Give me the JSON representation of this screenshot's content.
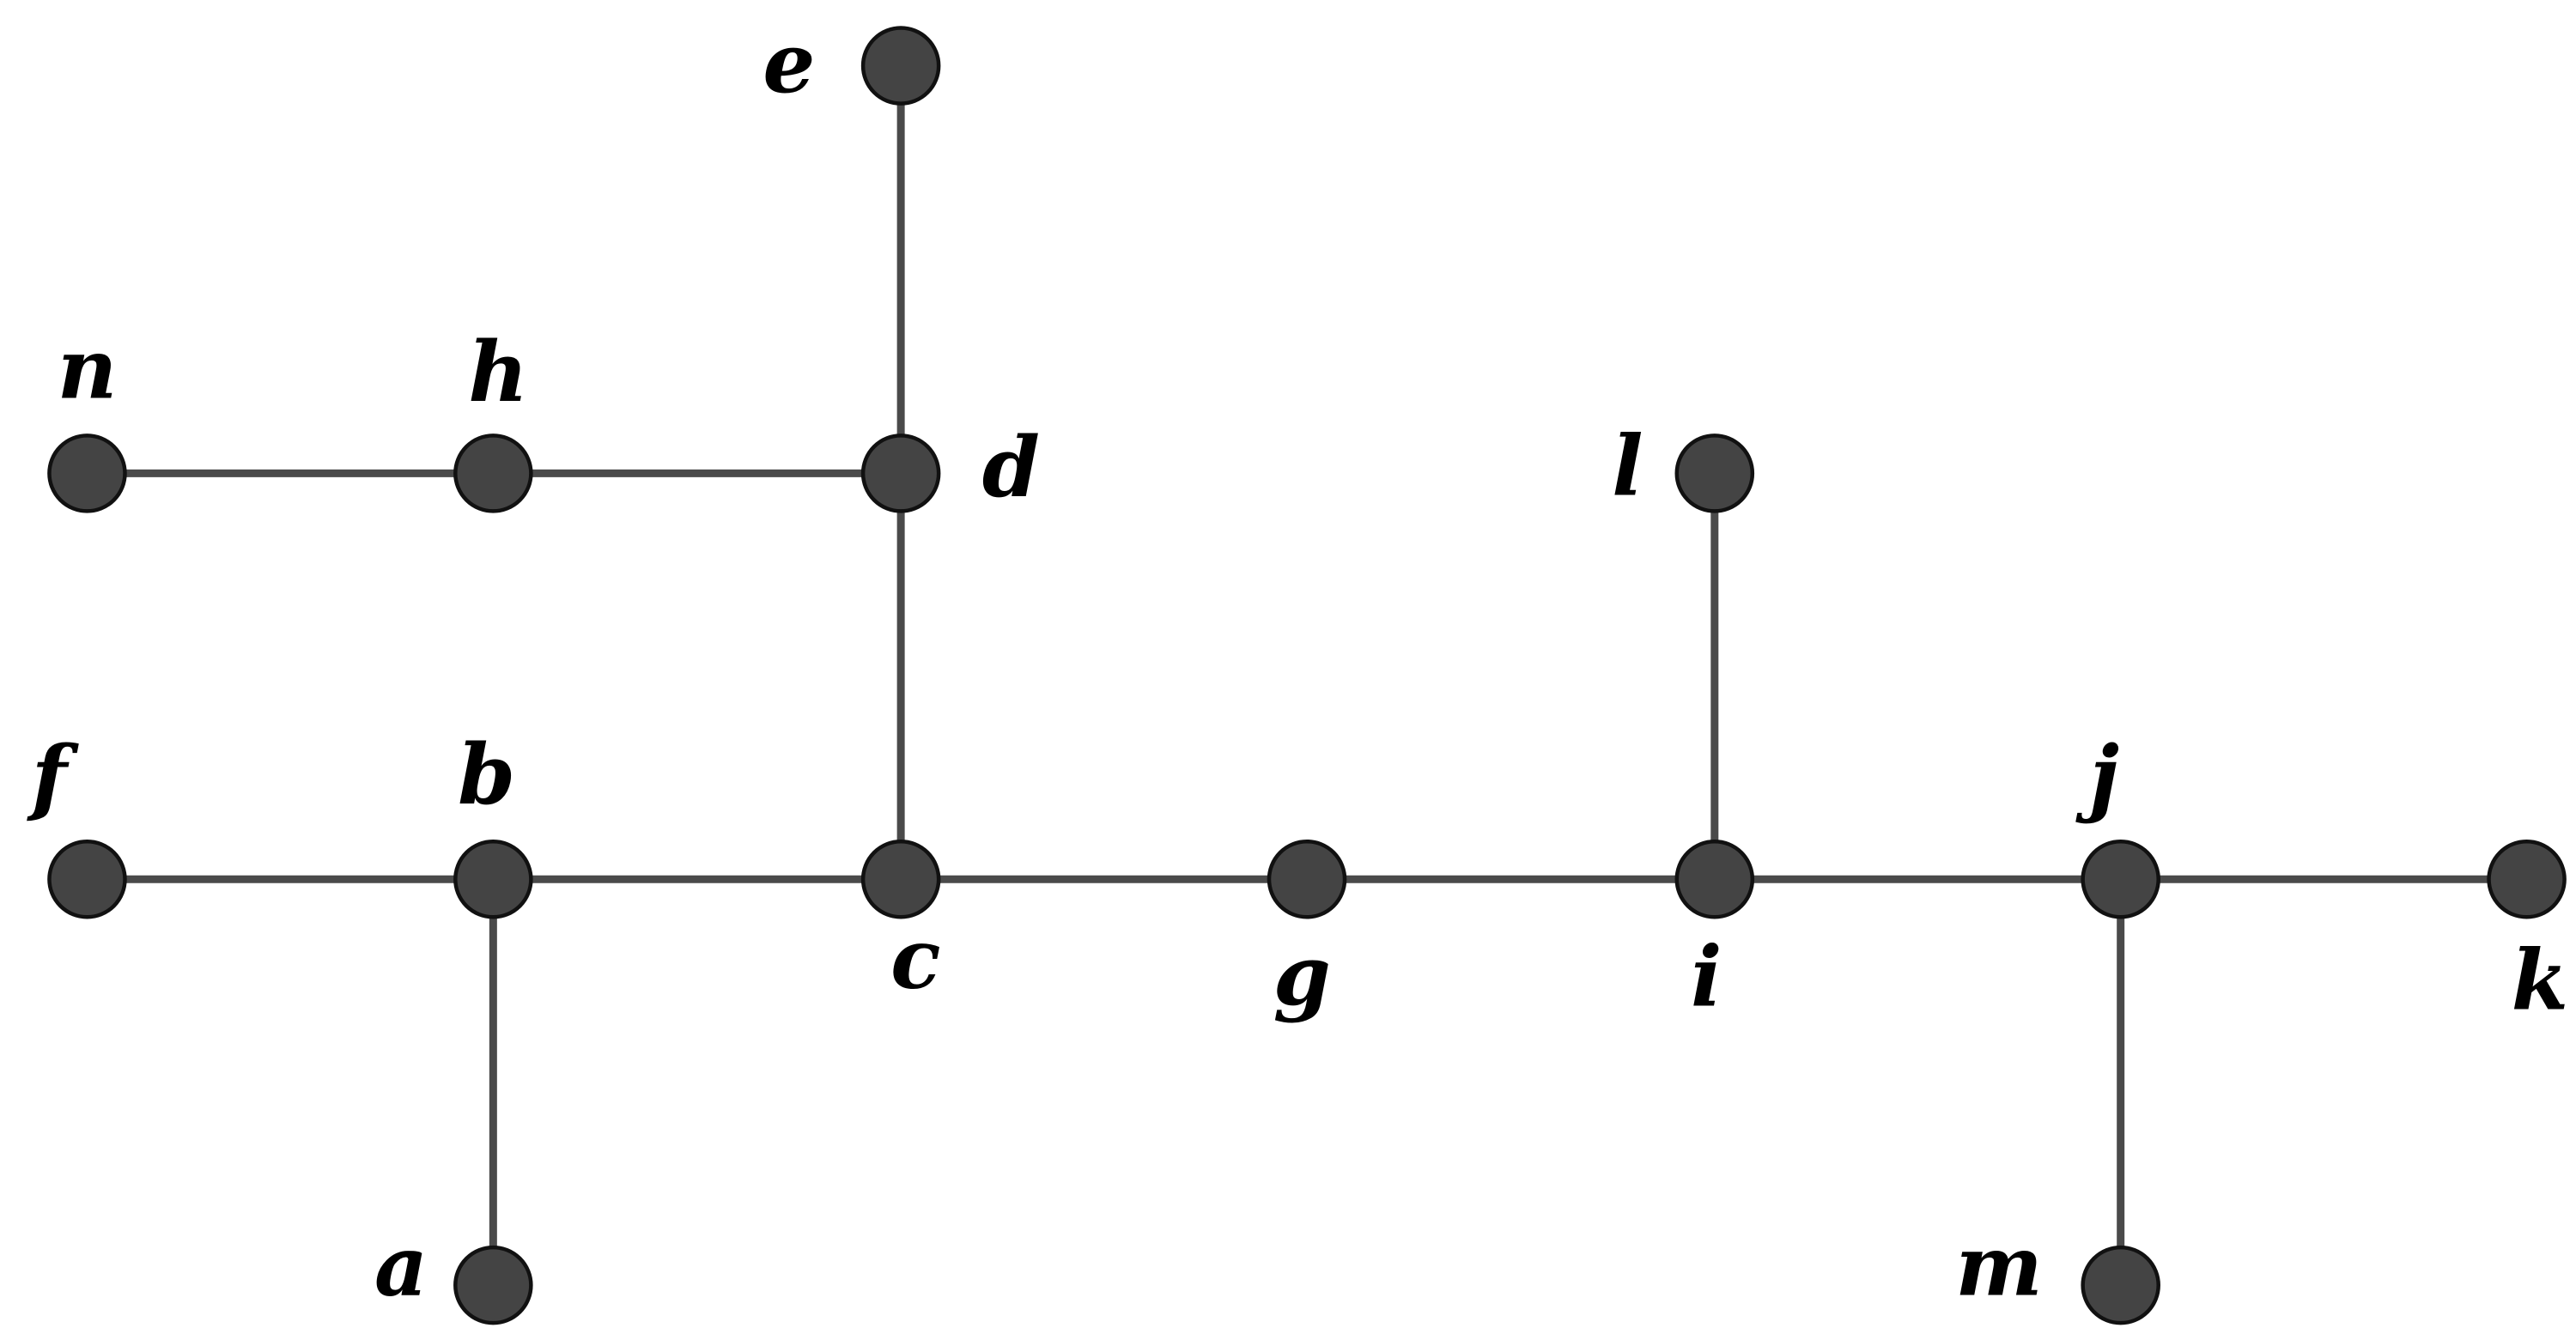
{
  "diagram": {
    "type": "tree-graph",
    "node_color": "#444444",
    "edge_color": "#4a4a4a",
    "nodes": [
      {
        "id": "e",
        "label": "e"
      },
      {
        "id": "n",
        "label": "n"
      },
      {
        "id": "h",
        "label": "h"
      },
      {
        "id": "d",
        "label": "d"
      },
      {
        "id": "l",
        "label": "l"
      },
      {
        "id": "f",
        "label": "f"
      },
      {
        "id": "b",
        "label": "b"
      },
      {
        "id": "c",
        "label": "c"
      },
      {
        "id": "g",
        "label": "g"
      },
      {
        "id": "i",
        "label": "i"
      },
      {
        "id": "j",
        "label": "j"
      },
      {
        "id": "k",
        "label": "k"
      },
      {
        "id": "a",
        "label": "a"
      },
      {
        "id": "m",
        "label": "m"
      }
    ],
    "edges": [
      [
        "e",
        "d"
      ],
      [
        "n",
        "h"
      ],
      [
        "h",
        "d"
      ],
      [
        "d",
        "c"
      ],
      [
        "f",
        "b"
      ],
      [
        "b",
        "c"
      ],
      [
        "c",
        "g"
      ],
      [
        "g",
        "i"
      ],
      [
        "i",
        "l"
      ],
      [
        "i",
        "j"
      ],
      [
        "j",
        "k"
      ],
      [
        "b",
        "a"
      ],
      [
        "j",
        "m"
      ]
    ]
  }
}
